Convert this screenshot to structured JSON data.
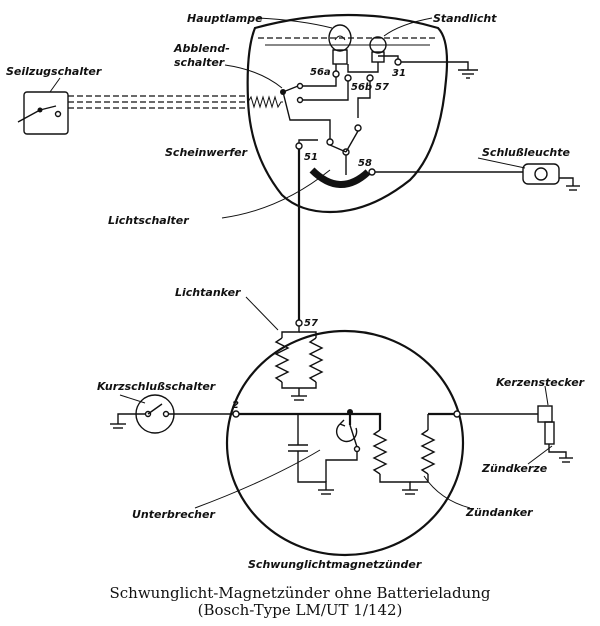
{
  "diagram": {
    "labels": {
      "hauptlampe": "Hauptlampe",
      "standlicht": "Standlicht",
      "abblendschalter": "Abblend-\nschalter",
      "seilzugschalter": "Seilzugschalter",
      "scheinwerfer": "Scheinwerfer",
      "schlussleuchte": "Schlußleuchte",
      "lichtschalter": "Lichtschalter",
      "lichtanker": "Lichtanker",
      "kurzschlussschalter": "Kurzschlußschalter",
      "kerzenstecker": "Kerzenstecker",
      "zuendkerze": "Zündkerze",
      "unterbrecher": "Unterbrecher",
      "zuendanker": "Zündanker",
      "magnetzuender": "Schwunglichtmagnetzünder"
    },
    "terminals": {
      "t56a": "56a",
      "t56b": "56b",
      "t57_top": "57",
      "t31": "31",
      "t51": "51",
      "t58": "58",
      "t57_magneto": "57",
      "t2": "2"
    },
    "caption": {
      "line1": "Schwunglicht-Magnetzünder ohne Batterieladung",
      "line2": "(Bosch-Type LM/UT 1/142)"
    }
  }
}
